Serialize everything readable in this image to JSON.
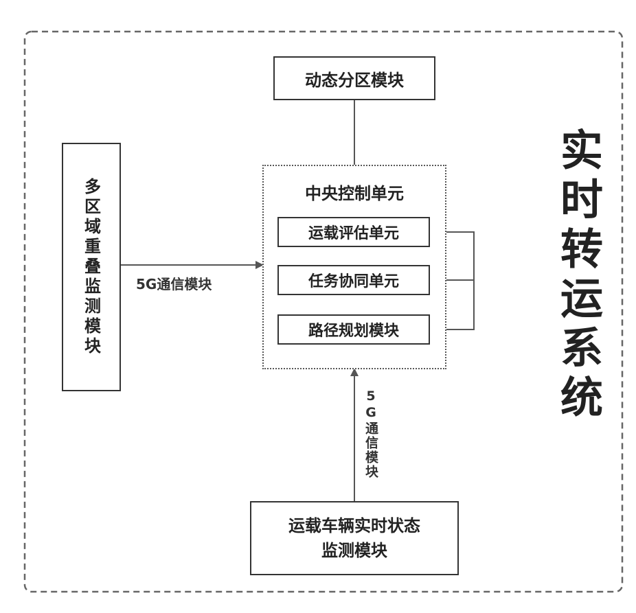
{
  "system_title": "实时转运系统",
  "dynamic_partition": "动态分区模块",
  "multi_region_monitor": "多区域重叠监测模块",
  "central_control": {
    "title": "中央控制单元",
    "units": [
      "运载评估单元",
      "任务协同单元",
      "路径规划模块"
    ]
  },
  "comm_left": "5G通信模块",
  "comm_bottom": "5G通信模块",
  "vehicle_monitor_line1": "运载车辆实时状态",
  "vehicle_monitor_line2": "监测模块"
}
